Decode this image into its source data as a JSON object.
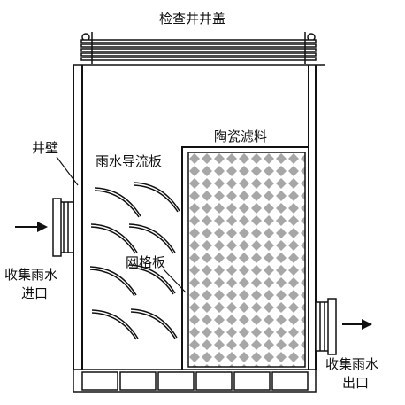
{
  "labels": {
    "cover": "检查井井盖",
    "media": "陶瓷滤料",
    "wall": "井壁",
    "guide": "雨水导流板",
    "grid": "网格板",
    "inlet_line1": "收集雨水",
    "inlet_line2": "进口",
    "outlet_line1": "收集雨水",
    "outlet_line2": "出口"
  },
  "colors": {
    "line": "#111111",
    "tile": "#a7a7a7",
    "background": "#ffffff"
  }
}
